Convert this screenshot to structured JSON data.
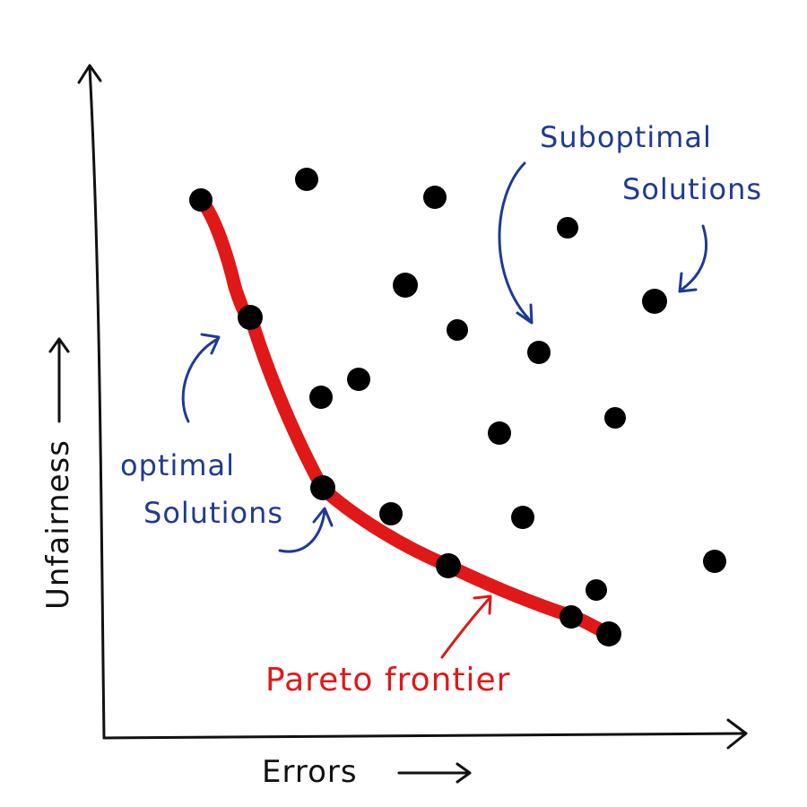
{
  "axes": {
    "x_label": "Errors",
    "y_label": "Unfairness"
  },
  "annotations": {
    "suboptimal_line1": "Suboptimal",
    "suboptimal_line2": "Solutions",
    "optimal_line1": "optimal",
    "optimal_line2": "Solutions",
    "frontier": "Pareto frontier"
  },
  "colors": {
    "axis": "#111111",
    "points": "#000000",
    "frontier": "#e01818",
    "annotation_blue": "#1f3a93"
  }
}
